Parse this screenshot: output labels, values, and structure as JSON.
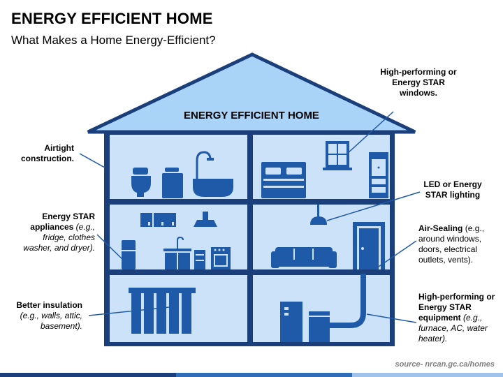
{
  "header": {
    "title": "ENERGY EFFICIENT HOME",
    "subtitle": "What Makes a Home Energy-Efficient?"
  },
  "house": {
    "roof_label": "ENERGY EFFICIENT HOME"
  },
  "labels": {
    "windows": {
      "bold": "High-performing or Energy STAR windows."
    },
    "airtight": {
      "bold": "Airtight construction."
    },
    "lighting": {
      "bold": "LED or Energy STAR lighting"
    },
    "appliances": {
      "bold": "Energy STAR appliances",
      "italic": " (e.g., fridge, clothes washer, and dryer)."
    },
    "air_sealing": {
      "bold": "Air-Sealing",
      "plain": " (e.g., around windows, doors, electrical outlets, vents)."
    },
    "insulation": {
      "bold": "Better insulation",
      "italic": " (e.g., walls, attic, basement)."
    },
    "equipment": {
      "bold": "High-performing or Energy STAR equipment",
      "italic": " (e.g., furnace, AC, water heater)."
    }
  },
  "footer": {
    "source": "source- nrcan.gc.ca/homes"
  },
  "colors": {
    "dark_blue": "#1a3f7a",
    "roof_fill": "#a9d3f7",
    "room_fill": "#cbe2f8",
    "accent": "#1f5aa8"
  }
}
